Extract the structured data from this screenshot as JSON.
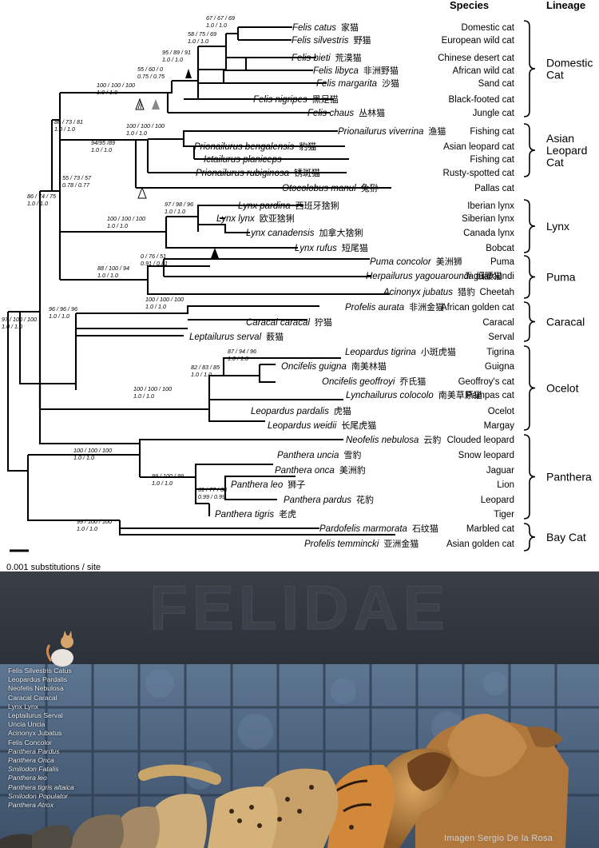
{
  "headers": {
    "species": "Species",
    "lineage": "Lineage"
  },
  "scale_bar": "0.001 substitutions / site",
  "taxa": [
    {
      "sci": "Felis catus",
      "cn": "家猫",
      "common": "Domestic cat"
    },
    {
      "sci": "Felis silvestris",
      "cn": "野猫",
      "common": "European wild cat"
    },
    {
      "sci": "Felis bieti",
      "cn": "荒漠猫",
      "common": "Chinese desert cat"
    },
    {
      "sci": "Felis libyca",
      "cn": "非洲野猫",
      "common": "African wild cat"
    },
    {
      "sci": "Felis margarita",
      "cn": "沙猫",
      "common": "Sand cat"
    },
    {
      "sci": "Felis nigripes",
      "cn": "黑足猫",
      "common": "Black-footed cat"
    },
    {
      "sci": "Felis chaus",
      "cn": "丛林猫",
      "common": "Jungle cat"
    },
    {
      "sci": "Prionailurus viverrina",
      "cn": "渔猫",
      "common": "Fishing cat"
    },
    {
      "sci": "Prionailurus bengalensis",
      "cn": "豹猫",
      "common": "Asian leopard cat"
    },
    {
      "sci": "Ictailurus planiceps",
      "cn": "",
      "common": "Fishing cat"
    },
    {
      "sci": "Prionailurus rubiginosa",
      "cn": "锈斑猫",
      "common": "Rusty-spotted cat"
    },
    {
      "sci": "Otocolobus manul",
      "cn": "兔狲",
      "common": "Pallas cat"
    },
    {
      "sci": "Lynx pardina",
      "cn": "西班牙猞猁",
      "common": "Iberian lynx"
    },
    {
      "sci": "Lynx lynx",
      "cn": "欧亚猞猁",
      "common": "Siberian lynx"
    },
    {
      "sci": "Lynx canadensis",
      "cn": "加拿大猞猁",
      "common": "Canada lynx"
    },
    {
      "sci": "Lynx rufus",
      "cn": "短尾猫",
      "common": "Bobcat"
    },
    {
      "sci": "Puma concolor",
      "cn": "美洲狮",
      "common": "Puma"
    },
    {
      "sci": "Herpailurus yagouaroundi",
      "cn": "细腰猫",
      "common": "Jaguaroundi"
    },
    {
      "sci": "Acinonyx jubatus",
      "cn": "猎豹",
      "common": "Cheetah"
    },
    {
      "sci": "Profelis aurata",
      "cn": "非洲金猫",
      "common": "African golden cat"
    },
    {
      "sci": "Caracal caracal",
      "cn": "狞猫",
      "common": "Caracal"
    },
    {
      "sci": "Leptailurus serval",
      "cn": "薮猫",
      "common": "Serval"
    },
    {
      "sci": "Leopardus tigrina",
      "cn": "小斑虎猫",
      "common": "Tigrina"
    },
    {
      "sci": "Oncifelis guigna",
      "cn": "南美林猫",
      "common": "Guigna"
    },
    {
      "sci": "Oncifelis geoffroyi",
      "cn": "乔氏猫",
      "common": "Geoffroy's cat"
    },
    {
      "sci": "Lynchailurus colocolo",
      "cn": "南美草原猫",
      "common": "Pampas cat"
    },
    {
      "sci": "Leopardus pardalis",
      "cn": "虎猫",
      "common": "Ocelot"
    },
    {
      "sci": "Leopardus weidii",
      "cn": "长尾虎猫",
      "common": "Margay"
    },
    {
      "sci": "Neofelis nebulosa",
      "cn": "云豹",
      "common": "Clouded leopard"
    },
    {
      "sci": "Panthera uncia",
      "cn": "雪豹",
      "common": "Snow leopard"
    },
    {
      "sci": "Panthera onca",
      "cn": "美洲豹",
      "common": "Jaguar"
    },
    {
      "sci": "Panthera leo",
      "cn": "狮子",
      "common": "Lion"
    },
    {
      "sci": "Panthera pardus",
      "cn": "花豹",
      "common": "Leopard"
    },
    {
      "sci": "Panthera tigris",
      "cn": "老虎",
      "common": "Tiger"
    },
    {
      "sci": "Pardofelis marmorata",
      "cn": "石纹猫",
      "common": "Marbled cat"
    },
    {
      "sci": "Profelis temmincki",
      "cn": "亚洲金猫",
      "common": "Asian golden cat"
    }
  ],
  "lineages": [
    {
      "lines": [
        "Domestic",
        "Cat"
      ]
    },
    {
      "lines": [
        "Asian",
        "Leopard",
        "Cat"
      ]
    },
    {
      "lines": [
        "Lynx"
      ]
    },
    {
      "lines": [
        "Puma"
      ]
    },
    {
      "lines": [
        "Caracal"
      ]
    },
    {
      "lines": [
        "Ocelot"
      ]
    },
    {
      "lines": [
        "Panthera"
      ]
    },
    {
      "lines": [
        "Bay Cat"
      ]
    }
  ],
  "node_support": [
    {
      "a": "67 / 67 / 69",
      "b": "1.0 / 1.0"
    },
    {
      "a": "58 / 75 / 69",
      "b": "1.0 / 1.0"
    },
    {
      "a": "95 / 89 / 91",
      "b": "1.0 / 1.0"
    },
    {
      "a": "55 / 60 / 0",
      "b": "0.75 / 0.75"
    },
    {
      "a": "100 / 100 / 100",
      "b": "1.0 / 1.0"
    },
    {
      "a": "86 / 73 / 81",
      "b": "1.0 / 1.0"
    },
    {
      "a": "100 / 100 / 100",
      "b": "1.0 / 1.0"
    },
    {
      "a": "94/95 /89",
      "b": "1.0 / 1.0"
    },
    {
      "a": "55 / 73 / 57",
      "b": "0.78 / 0.77"
    },
    {
      "a": "86 / 74 / 75",
      "b": "1.0 / 1.0"
    },
    {
      "a": "97 / 98 / 96",
      "b": "1.0 / 1.0"
    },
    {
      "a": "100 / 100 / 100",
      "b": "1.0 / 1.0"
    },
    {
      "a": "0 / 76 / 51",
      "b": "0.91 / 0.81"
    },
    {
      "a": "88 / 100 / 94",
      "b": "1.0 / 1.0"
    },
    {
      "a": "100 / 100 / 100",
      "b": "1.0 / 1.0"
    },
    {
      "a": "96 / 96 / 96",
      "b": "1.0 / 1.0"
    },
    {
      "a": "97 / 100 / 100",
      "b": "1.0 / 1.0"
    },
    {
      "a": "87 / 94 / 96",
      "b": "1.0 / 1.0"
    },
    {
      "a": "82 / 83 / 85",
      "b": "1.0 / 1.0"
    },
    {
      "a": "100 / 100 / 100",
      "b": "1.0 / 1.0"
    },
    {
      "a": "100 / 100 / 100",
      "b": "1.0 / 1.0"
    },
    {
      "a": "99 / 100 / 99",
      "b": "1.0 / 1.0"
    },
    {
      "a": "61 / 77 / 68",
      "b": "0.99 / 0.99"
    },
    {
      "a": "99 / 100 / 100",
      "b": "1.0 / 1.0"
    }
  ],
  "photo": {
    "watermark": "FELIDAE",
    "species_list": [
      "Felis Silvestris Catus",
      "Leopardus Pardalis",
      "Neofelis Nebulosa",
      "Caracal Caracal",
      "Lynx Lynx",
      "Leptailurus Serval",
      "Uncia Uncia",
      "Acinonyx Jubatus",
      "Felis Concolor",
      "Panthera Pardus",
      "Panthera Onca",
      "Smilodon Fatalis",
      "Panthera leo",
      "Panthera tigris altaica",
      "Smilodon Populator",
      "Panthera Atrox"
    ],
    "credit": "Imagen Sergio De la Rosa"
  }
}
